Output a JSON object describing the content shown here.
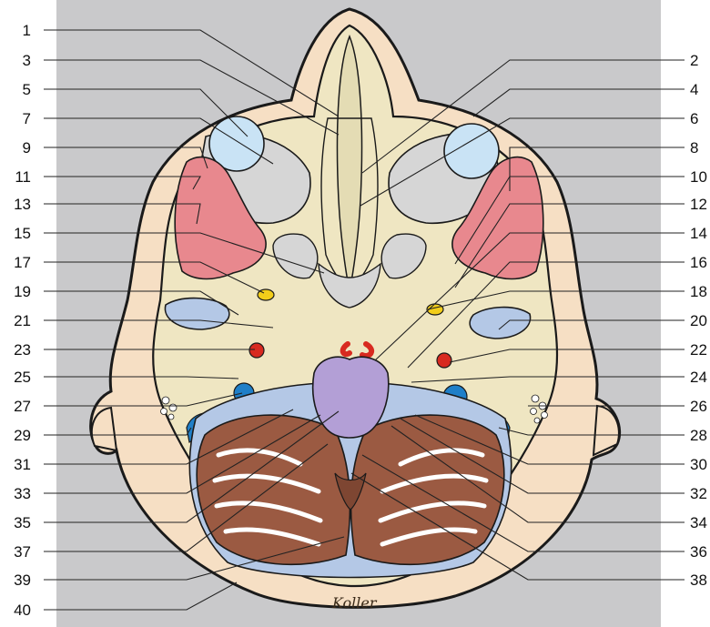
{
  "figure": {
    "left_labels": [
      "1",
      "3",
      "5",
      "7",
      "9",
      "11",
      "13",
      "15",
      "17",
      "19",
      "21",
      "23",
      "25",
      "27",
      "29",
      "31",
      "33",
      "35",
      "37",
      "39",
      "40"
    ],
    "right_labels": [
      "2",
      "4",
      "6",
      "8",
      "10",
      "12",
      "14",
      "16",
      "18",
      "20",
      "22",
      "24",
      "26",
      "28",
      "30",
      "32",
      "34",
      "36",
      "38"
    ],
    "signature": "Koller",
    "colors": {
      "panel": "#c9c9cb",
      "skin": "#f6dfc4",
      "bone": "#efe6c2",
      "outline": "#1a1a1a",
      "muscle": "#e8888e",
      "eye": "#c9e3f5",
      "fluid": "#b4c8e6",
      "vessel_blue": "#1f7fc8",
      "artery": "#d82a20",
      "nerve": "#f2cd1a",
      "brainstem": "#b39fd6",
      "cerebellum": "#9b5a42"
    }
  }
}
